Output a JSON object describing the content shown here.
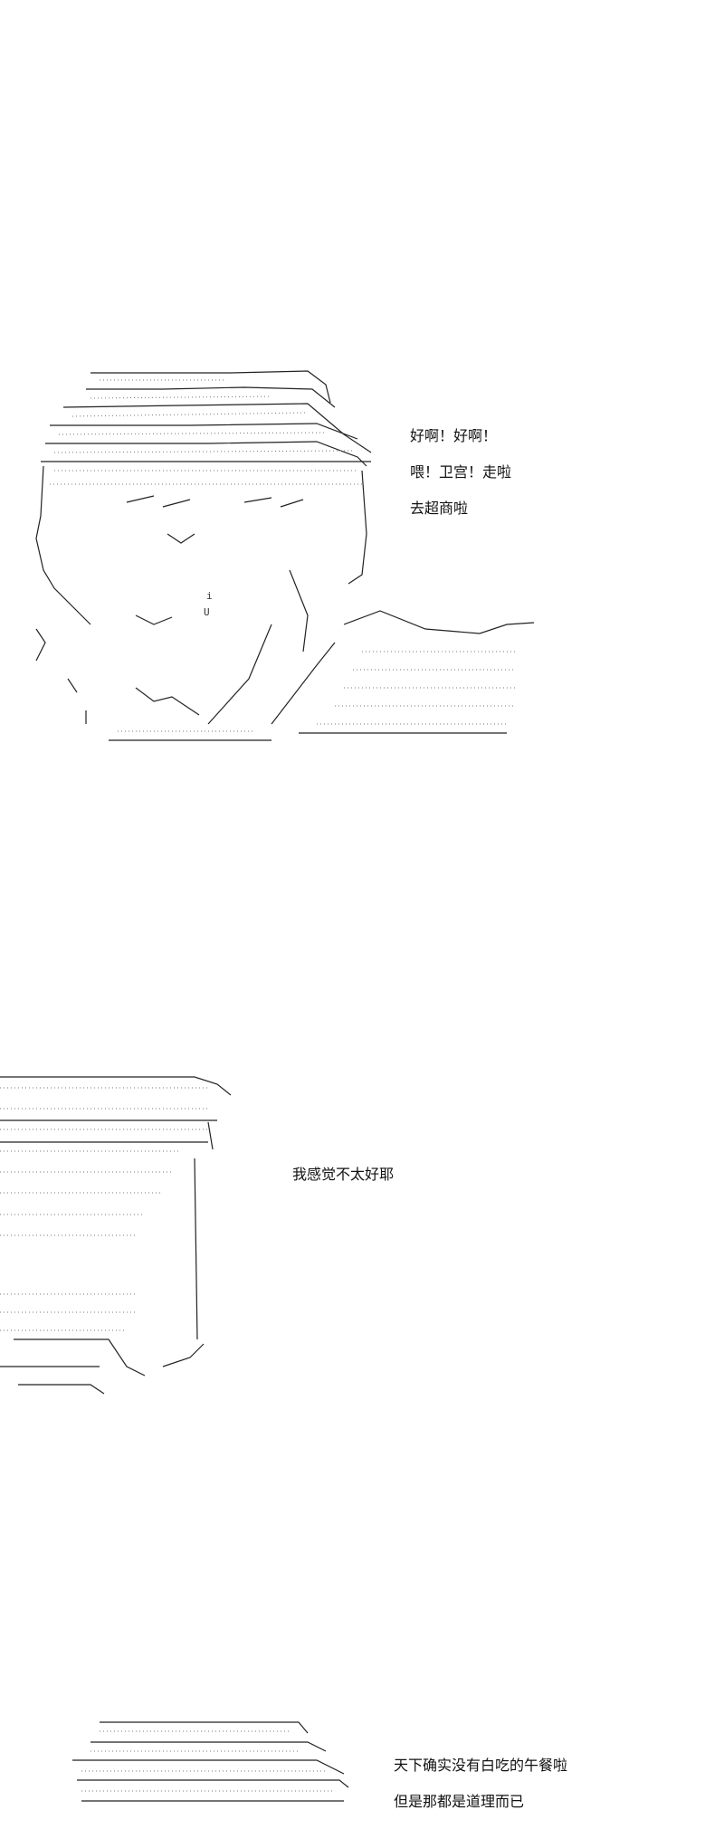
{
  "panels": [
    {
      "dialogue": [
        "好啊！好啊！",
        "喂！卫宫！走啦",
        "去超商啦"
      ]
    },
    {
      "dialogue": [
        "我感觉不太好耶"
      ]
    },
    {
      "dialogue": [
        "天下确实没有白吃的午餐啦",
        "但是那都是道理而已"
      ]
    }
  ]
}
